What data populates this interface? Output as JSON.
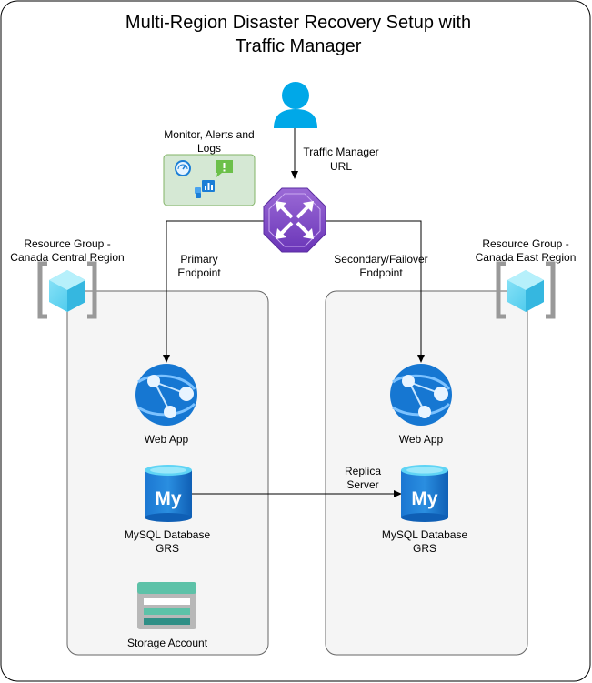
{
  "title": {
    "line1": "Multi-Region Disaster Recovery Setup with",
    "line2": "Traffic Manager"
  },
  "monitor": {
    "line1": "Monitor, Alerts and",
    "line2": "Logs",
    "icons": [
      "dashboard-gauge-icon",
      "alert-icon",
      "analytics-icon"
    ]
  },
  "traffic_manager": {
    "url_line1": "Traffic Manager",
    "url_line2": "URL",
    "icon": "traffic-manager-icon",
    "user_icon": "user-icon"
  },
  "endpoints": {
    "primary_line1": "Primary",
    "primary_line2": "Endpoint",
    "secondary_line1": "Secondary/Failover",
    "secondary_line2": "Endpoint"
  },
  "regions": {
    "left_line1": "Resource Group -",
    "left_line2": "Canada Central Region",
    "right_line1": "Resource Group -",
    "right_line2": "Canada East Region",
    "icon": "resource-group-icon"
  },
  "left_group": {
    "webapp_label": "Web App",
    "db_line1": "MySQL Database",
    "db_line2": "GRS",
    "storage_label": "Storage Account"
  },
  "right_group": {
    "webapp_label": "Web App",
    "db_line1": "MySQL Database",
    "db_line2": "GRS"
  },
  "replica": {
    "line1": "Replica",
    "line2": "Server"
  },
  "colors": {
    "accent_purple": "#7b45c4",
    "azure_blue": "#0a78d4",
    "resource_cube": "#5fd0ef",
    "monitor_box_fill": "#d5e8d4",
    "monitor_box_stroke": "#82b366",
    "group_box_fill": "#f5f5f5"
  }
}
